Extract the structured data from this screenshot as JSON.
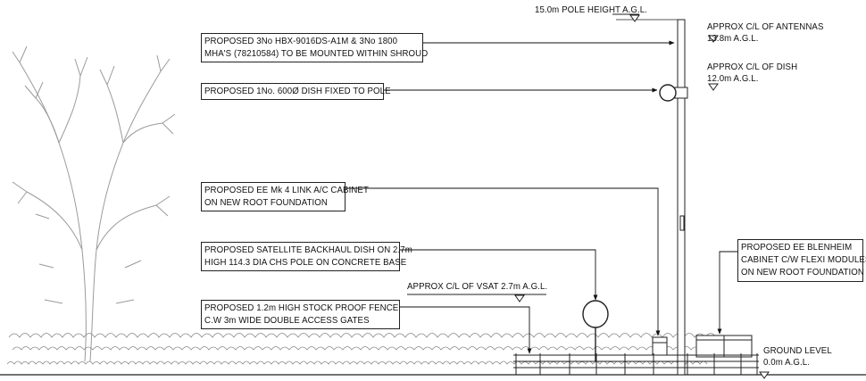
{
  "labels": {
    "pole_height": "15.0m POLE HEIGHT A.G.L.",
    "antennas_line1": "APPROX C/L OF ANTENNAS",
    "antennas_line2": "13.8m A.G.L.",
    "dish_line1": "APPROX C/L OF DISH",
    "dish_line2": "12.0m A.G.L.",
    "vsat": "APPROX C/L OF VSAT 2.7m A.G.L.",
    "ground_line1": "GROUND LEVEL",
    "ground_line2": "0.0m A.G.L."
  },
  "callouts": {
    "antennas": [
      "PROPOSED 3No HBX-9016DS-A1M & 3No 1800",
      "MHA'S (78210584) TO BE MOUNTED WITHIN SHROUD"
    ],
    "dish": [
      "PROPOSED 1No. 600Ø DISH FIXED TO POLE"
    ],
    "cabinet": [
      "PROPOSED EE Mk 4 LINK A/C CABINET",
      "ON NEW ROOT FOUNDATION"
    ],
    "satellite": [
      "PROPOSED SATELLITE BACKHAUL DISH ON 2.7m",
      "HIGH 114.3 DIA CHS POLE ON CONCRETE BASE"
    ],
    "fence": [
      "PROPOSED 1.2m HIGH STOCK PROOF FENCE",
      "C.W 3m WIDE DOUBLE ACCESS GATES"
    ],
    "blenheim": [
      "PROPOSED EE BLENHEIM",
      "CABINET C/W FLEXI MODULES",
      "ON NEW ROOT FOUNDATION"
    ]
  }
}
